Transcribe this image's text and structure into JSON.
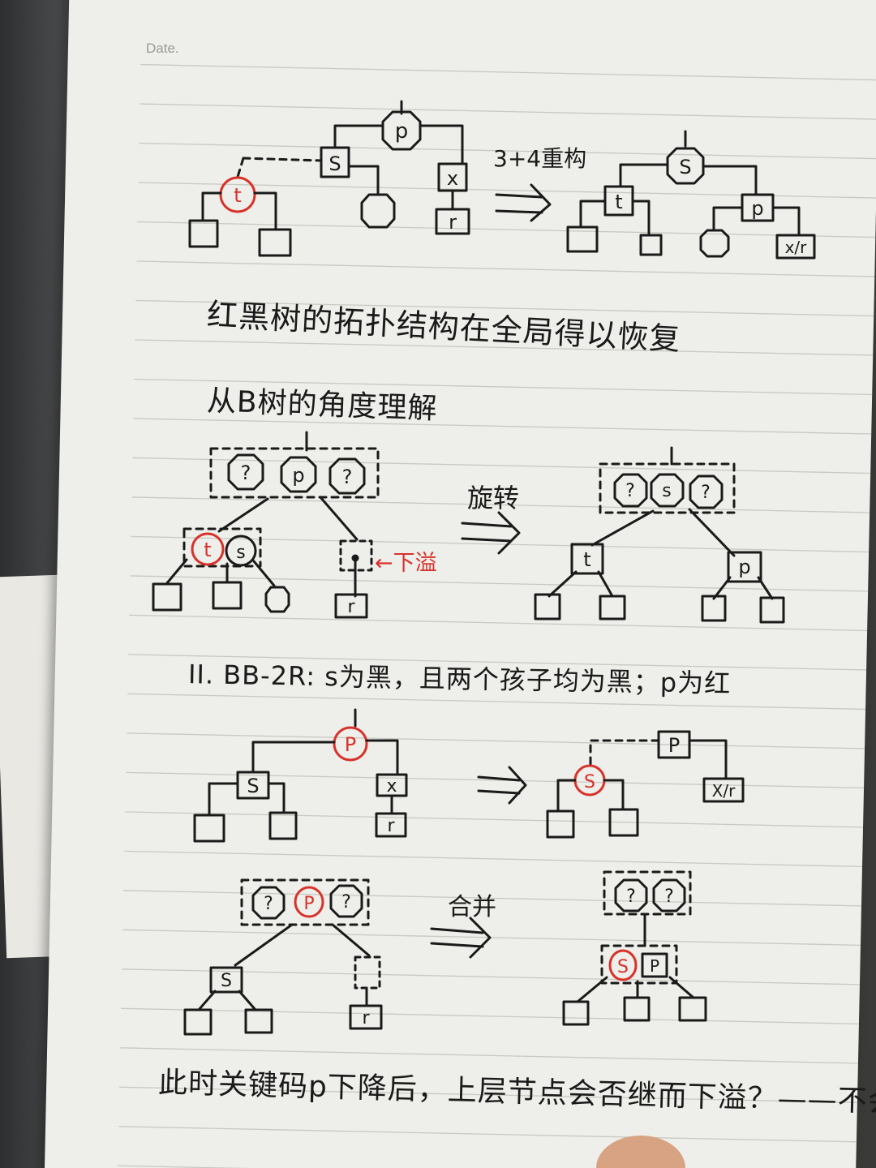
{
  "page": {
    "date_label": "Date.",
    "colors": {
      "paper": "#eeeeea",
      "ink": "#1a1a1a",
      "red_ink": "#d8312a",
      "rule": "#c9c9c3"
    }
  },
  "diagram1": {
    "nodes": {
      "p": "p",
      "s": "S",
      "t": "t",
      "x": "x",
      "r": "r"
    },
    "arrow_label": "3+4重构",
    "result_nodes": {
      "s": "S",
      "t": "t",
      "p": "p",
      "xr": "x/r"
    }
  },
  "notes": {
    "line1": "红黑树的拓扑结构在全局得以恢复",
    "line2": "从B树的角度理解",
    "line3": "II. BB-2R: s为黑，且两个孩子均为黑；p为红",
    "line4": "此时关键码p下降后，上层节点会否继而下溢？——不会！"
  },
  "diagram2": {
    "top_group": [
      "?",
      "p",
      "?"
    ],
    "left_group": [
      "t",
      "s"
    ],
    "underflow_label": "←下溢",
    "leaf_node": "r",
    "arrow_label": "旋转",
    "result_top": [
      "?",
      "s",
      "?"
    ],
    "result_left": "t",
    "result_right": "p"
  },
  "diagram3": {
    "nodes": {
      "p": "P",
      "s": "S",
      "x": "x",
      "r": "r"
    },
    "result_nodes": {
      "p": "P",
      "s": "S",
      "xr": "X/r"
    }
  },
  "diagram4": {
    "top_group": [
      "?",
      "P",
      "?"
    ],
    "child_s": "S",
    "leaf_r": "r",
    "arrow_label": "合并",
    "result_top": [
      "?",
      "?"
    ],
    "result_merged": [
      "S",
      "P"
    ]
  }
}
